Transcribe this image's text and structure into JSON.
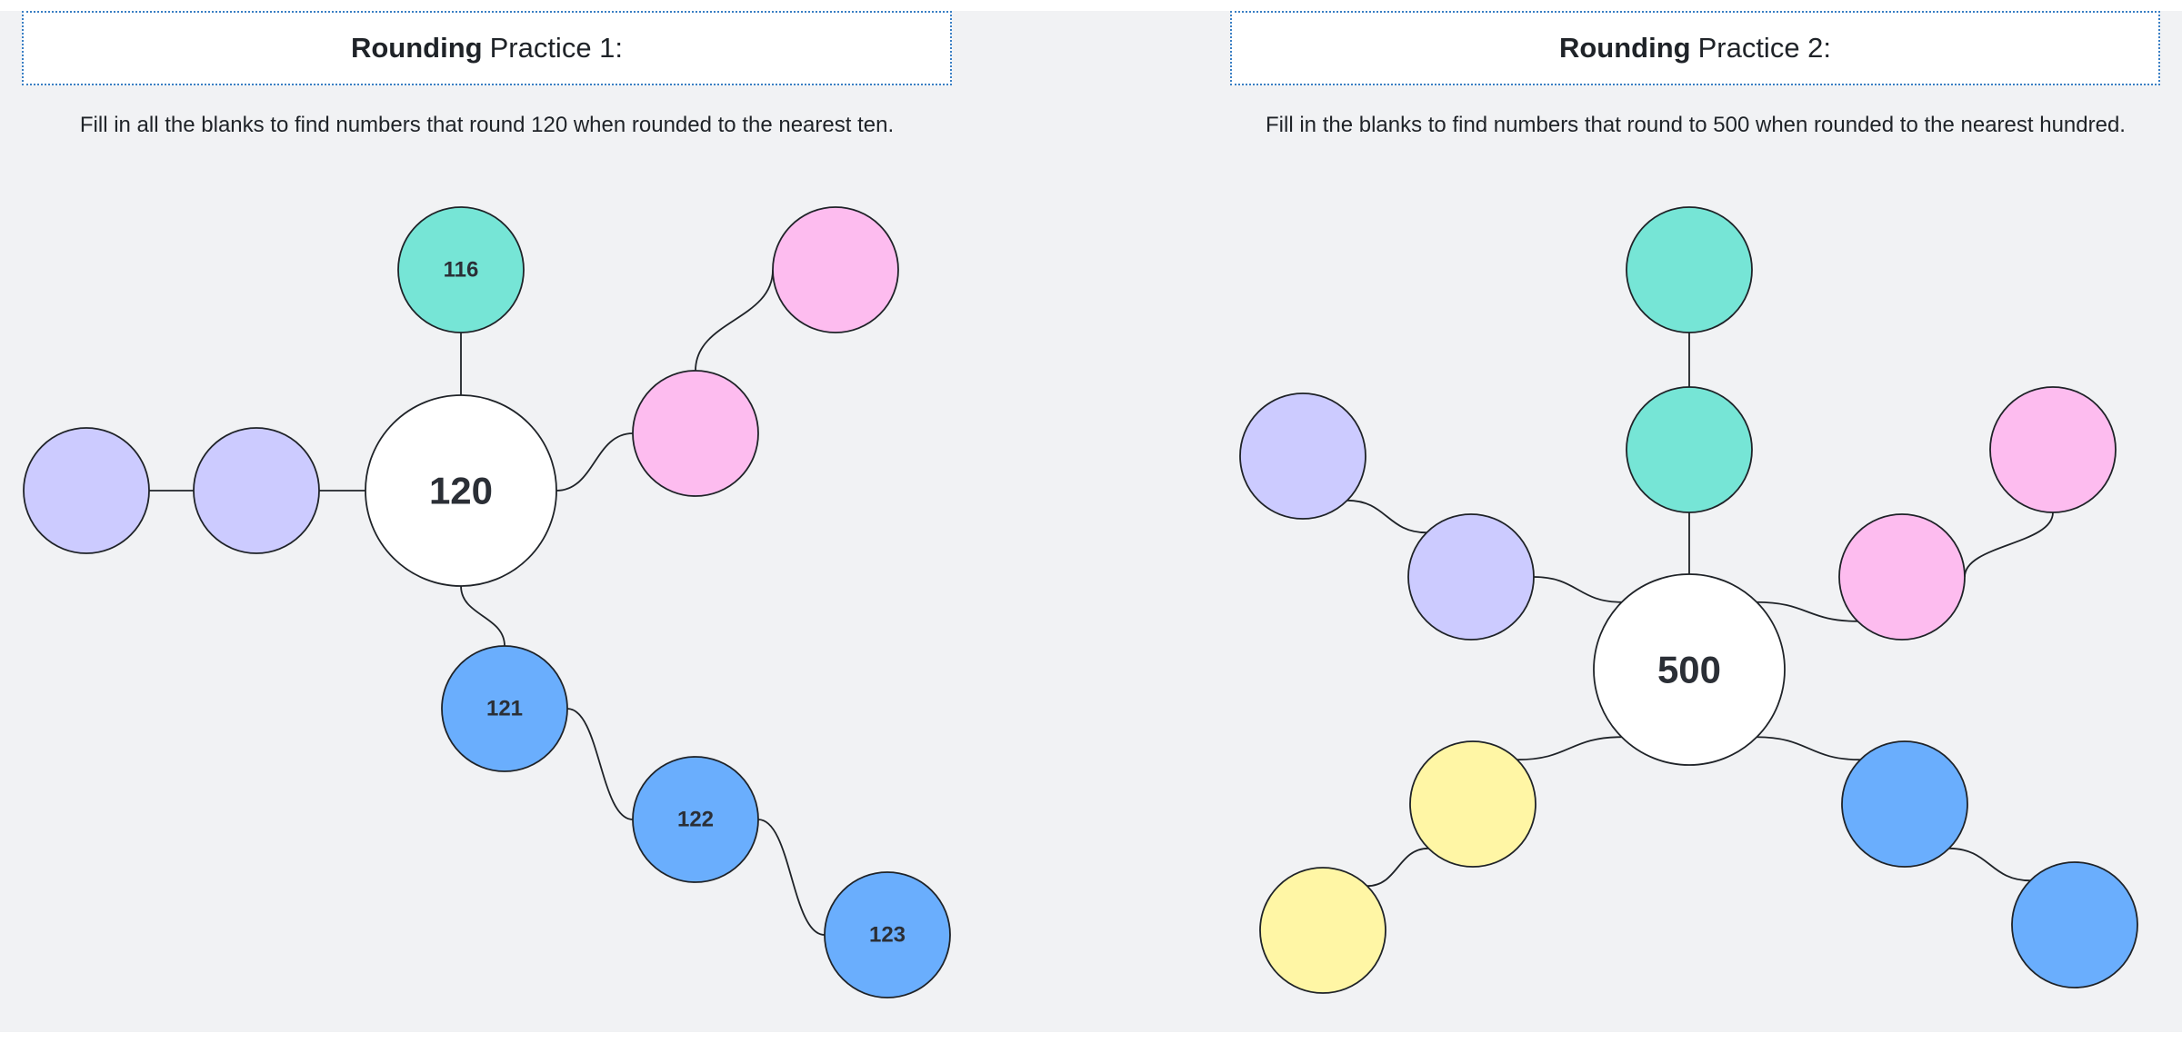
{
  "panels": [
    {
      "title_bold": "Rounding",
      "title_rest": "Practice 1:",
      "instruction": "Fill in all the blanks to find numbers that round 120 when rounded to the nearest ten."
    },
    {
      "title_bold": "Rounding",
      "title_rest": "Practice 2:",
      "instruction": "Fill in the blanks to find numbers that round to 500 when rounded to the nearest hundred."
    }
  ],
  "colors": {
    "teal": "#76e5d6",
    "pink": "#fdbcef",
    "lavender": "#cccbff",
    "blue": "#6aaefd",
    "yellow": "#fff6a5",
    "center": "#ffffff"
  },
  "mindmaps": [
    {
      "center": "120",
      "nodes": [
        {
          "id": "a1",
          "color": "teal",
          "label": "116"
        },
        {
          "id": "a2",
          "color": "pink",
          "label": ""
        },
        {
          "id": "a3",
          "color": "pink",
          "label": ""
        },
        {
          "id": "a4",
          "color": "lavender",
          "label": ""
        },
        {
          "id": "a5",
          "color": "lavender",
          "label": ""
        },
        {
          "id": "a6",
          "color": "blue",
          "label": "121"
        },
        {
          "id": "a7",
          "color": "blue",
          "label": "122"
        },
        {
          "id": "a8",
          "color": "blue",
          "label": "123"
        }
      ]
    },
    {
      "center": "500",
      "nodes": [
        {
          "id": "b1",
          "color": "teal",
          "label": ""
        },
        {
          "id": "b2",
          "color": "teal",
          "label": ""
        },
        {
          "id": "b3",
          "color": "lavender",
          "label": ""
        },
        {
          "id": "b4",
          "color": "lavender",
          "label": ""
        },
        {
          "id": "b5",
          "color": "pink",
          "label": ""
        },
        {
          "id": "b6",
          "color": "pink",
          "label": ""
        },
        {
          "id": "b7",
          "color": "yellow",
          "label": ""
        },
        {
          "id": "b8",
          "color": "yellow",
          "label": ""
        },
        {
          "id": "b9",
          "color": "blue",
          "label": ""
        },
        {
          "id": "b10",
          "color": "blue",
          "label": ""
        }
      ]
    }
  ]
}
